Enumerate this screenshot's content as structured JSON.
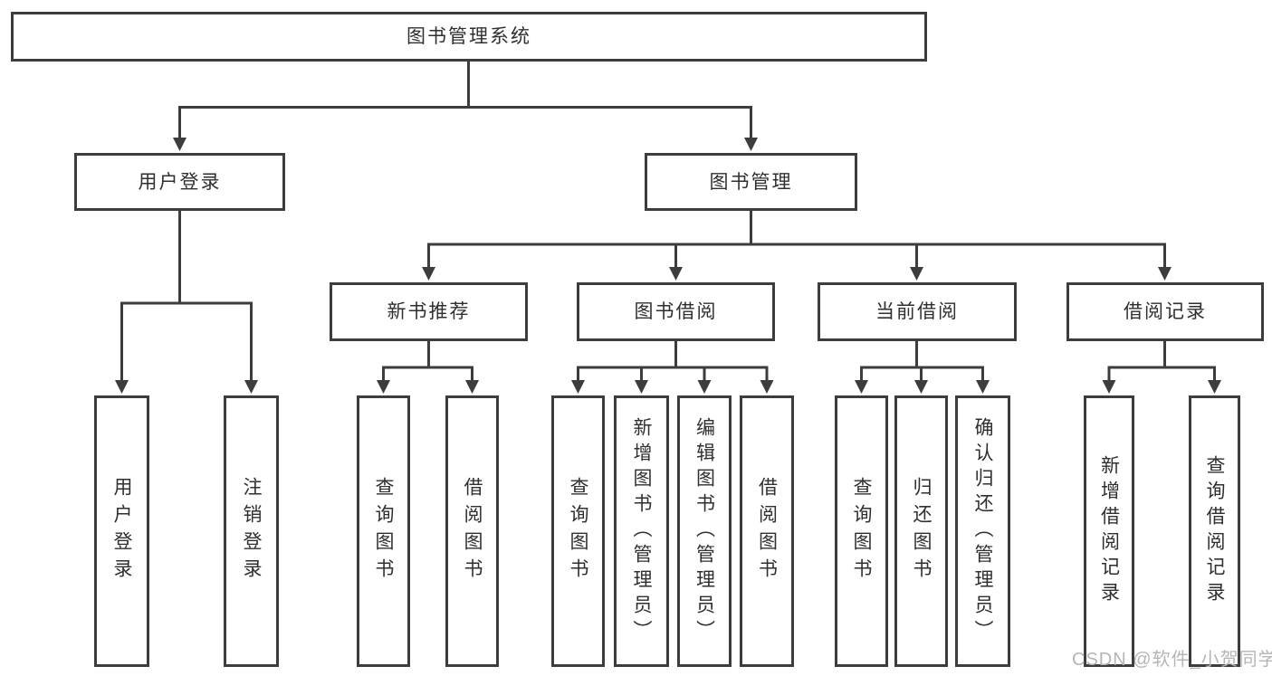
{
  "diagram": {
    "root": {
      "label": "图书管理系统"
    },
    "level2": [
      {
        "label": "用户登录"
      },
      {
        "label": "图书管理"
      }
    ],
    "level3": [
      {
        "label": "新书推荐"
      },
      {
        "label": "图书借阅"
      },
      {
        "label": "当前借阅"
      },
      {
        "label": "借阅记录"
      }
    ],
    "leaves": [
      {
        "label": "用户登录"
      },
      {
        "label": "注销登录"
      },
      {
        "label": "查询图书"
      },
      {
        "label": "借阅图书"
      },
      {
        "label": "查询图书"
      },
      {
        "label": "新增图书（管理员）"
      },
      {
        "label": "编辑图书（管理员）"
      },
      {
        "label": "借阅图书"
      },
      {
        "label": "查询图书"
      },
      {
        "label": "归还图书"
      },
      {
        "label": "确认归还（管理员）"
      },
      {
        "label": "新增借阅记录"
      },
      {
        "label": "查询借阅记录"
      }
    ],
    "watermark": "CSDN @软件_小贺同学",
    "colors": {
      "line": "#3d3d3d",
      "text": "#2f2f2f",
      "background": "#ffffff",
      "watermark": "#b5b5b6"
    }
  }
}
